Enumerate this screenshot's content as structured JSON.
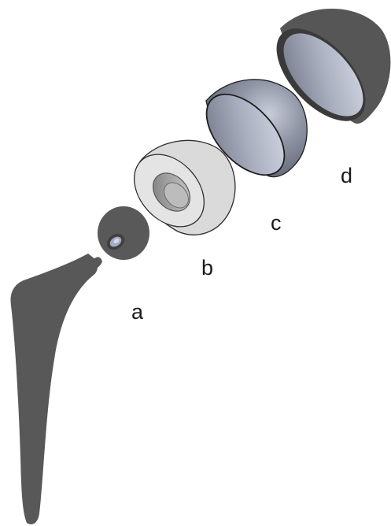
{
  "colors": {
    "background": "#ffffff",
    "dark_gray": "#5a5a5a",
    "light_gray": "#d8d8d8",
    "steel": "#7a7f8e",
    "steel_light": "#b7bccb",
    "outline": "#222222"
  },
  "parts": [
    {
      "id": "a",
      "label": "a",
      "component": "femoral-head"
    },
    {
      "id": "b",
      "label": "b",
      "component": "liner"
    },
    {
      "id": "c",
      "label": "c",
      "component": "inner-shell"
    },
    {
      "id": "d",
      "label": "d",
      "component": "acetabular-cup"
    }
  ],
  "stem": {
    "component": "femoral-stem"
  }
}
